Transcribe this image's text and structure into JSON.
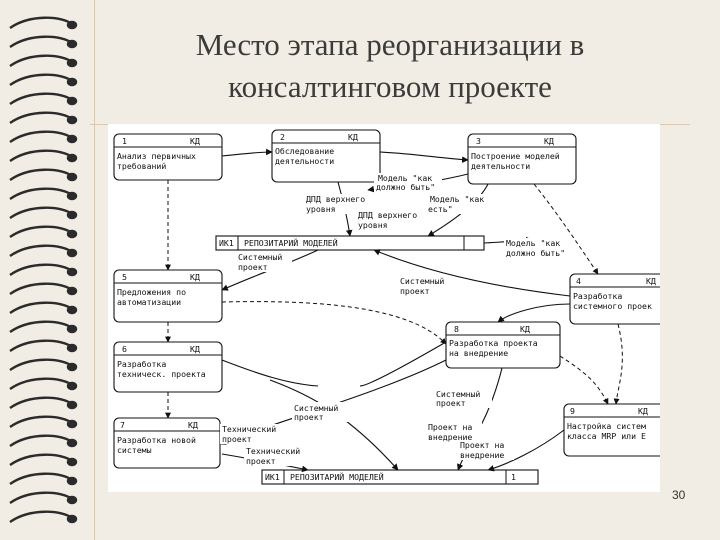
{
  "slide": {
    "title_line1": "Место этапа реорганизации в",
    "title_line2": "консалтинговом проекте",
    "page_number": "30"
  },
  "boxes": [
    {
      "num": "1",
      "tag": "КД",
      "line1": "Анализ первичных",
      "line2": "требований"
    },
    {
      "num": "2",
      "tag": "КД",
      "line1": "Обследование",
      "line2": "деятельности"
    },
    {
      "num": "3",
      "tag": "КД",
      "line1": "Построение моделей",
      "line2": "деятельности"
    },
    {
      "num": "4",
      "tag": "КД",
      "line1": "Разработка",
      "line2": "системного проек"
    },
    {
      "num": "5",
      "tag": "КД",
      "line1": "Предложения по",
      "line2": "автоматизации"
    },
    {
      "num": "6",
      "tag": "КД",
      "line1": "Разработка",
      "line2": "техническ. проекта"
    },
    {
      "num": "7",
      "tag": "КД",
      "line1": "Разработка новой",
      "line2": "системы"
    },
    {
      "num": "8",
      "tag": "КД",
      "line1": "Разработка проекта",
      "line2": "на внедрение"
    },
    {
      "num": "9",
      "tag": "КД",
      "line1": "Настройка систем",
      "line2": "класса MRP или E"
    }
  ],
  "repos": {
    "top": {
      "code": "ИК1",
      "name": "РЕПОЗИТАРИЙ МОДЕЛЕЙ"
    },
    "bottom": {
      "code": "ИК1",
      "name": "РЕПОЗИТАРИЙ МОДЕЛЕЙ",
      "num": "1"
    }
  },
  "labels": {
    "model_kak_a1": "Модель \"как",
    "model_kak_a2": "должно быть\"",
    "dpd_top_a1": "ДПД верхнего",
    "dpd_top_a2": "уровня",
    "model_est1": "Модель \"как",
    "model_est2": "есть\"",
    "dpd_top_b1": "ДПД верхнего",
    "dpd_top_b2": "уровня",
    "model_kak_b1": "Модель \"как",
    "model_kak_b2": "должно быть\"",
    "sys_proj_a1": "Системный",
    "sys_proj_a2": "проект",
    "sys_proj_b1": "Системный",
    "sys_proj_b2": "проект",
    "sys_proj_c1": "Системный",
    "sys_proj_c2": "проект",
    "sys_proj_d1": "Системный",
    "sys_proj_d2": "проект",
    "tech_proj_a1": "Технический",
    "tech_proj_a2": "проект",
    "tech_proj_b1": "Технический",
    "tech_proj_b2": "проект",
    "impl_proj_a1": "Проект на",
    "impl_proj_a2": "внедрение",
    "impl_proj_b1": "Проект на",
    "impl_proj_b2": "внедрение"
  }
}
